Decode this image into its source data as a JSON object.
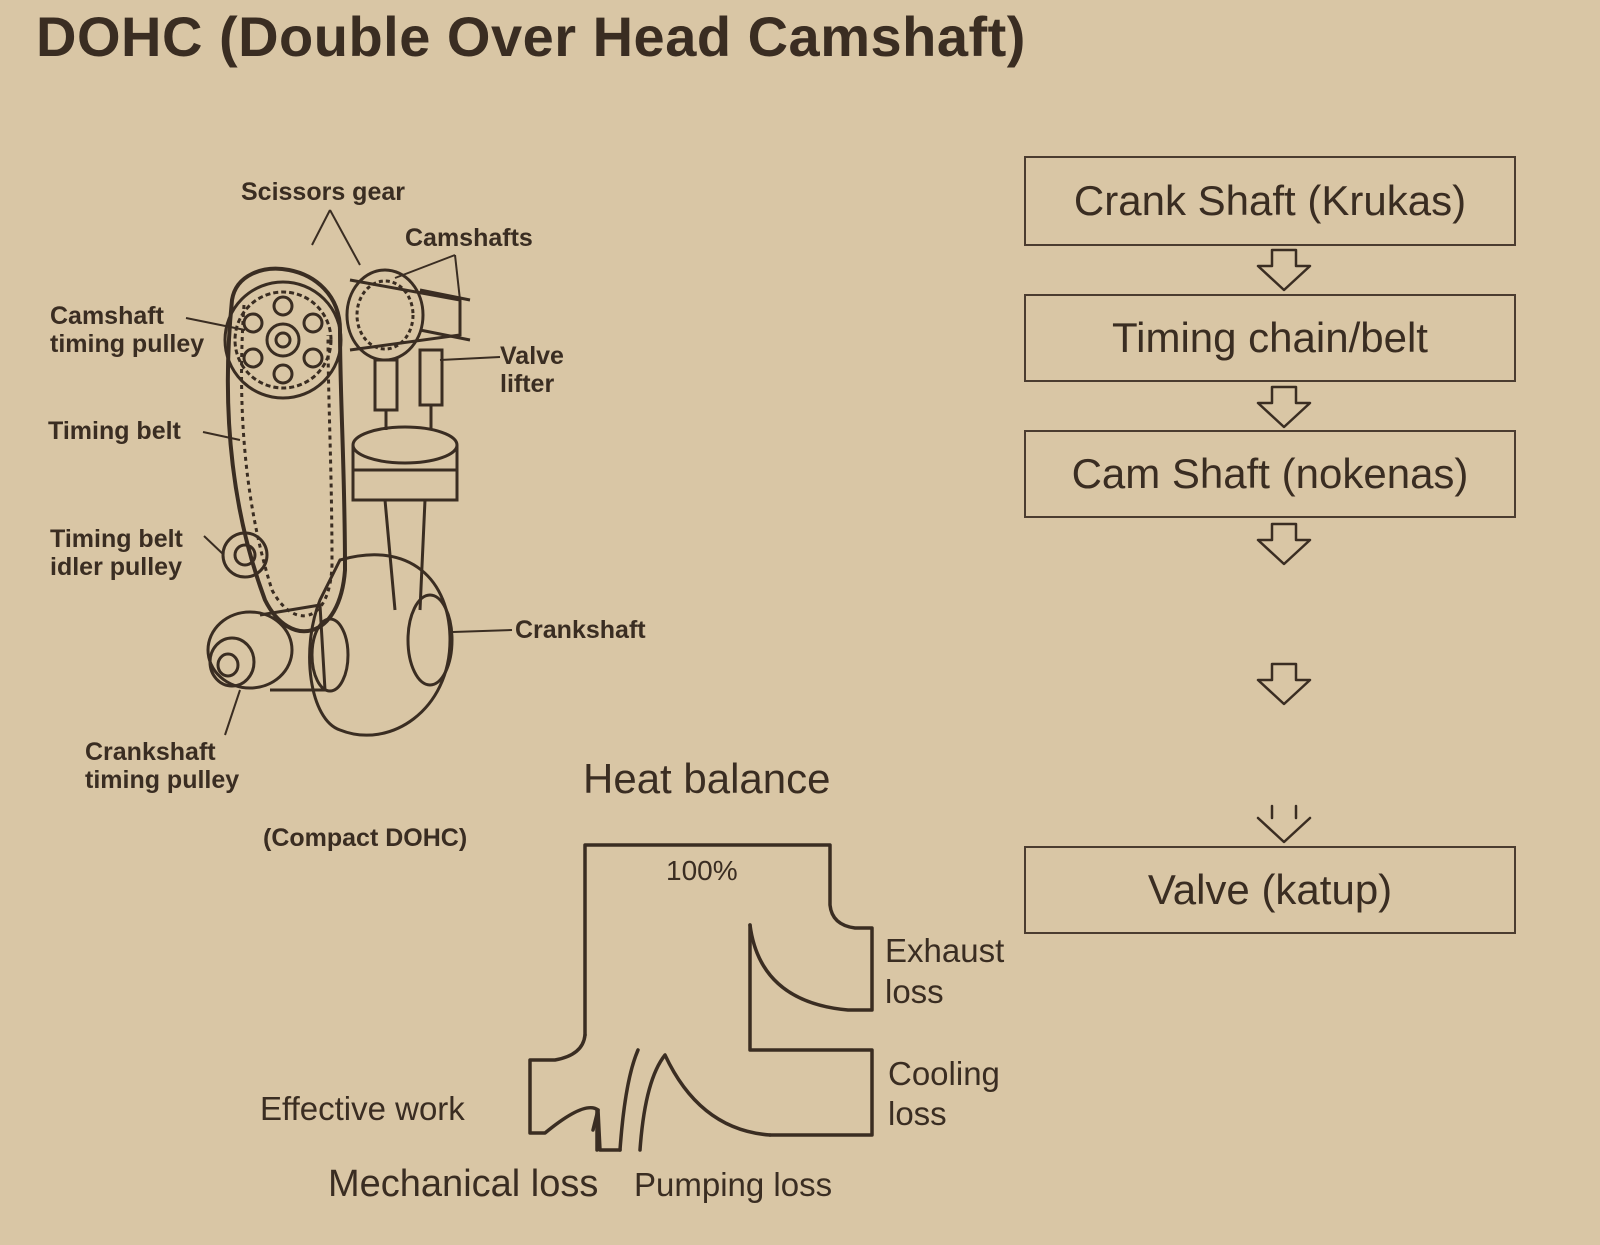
{
  "title": "DOHC (Double Over Head Camshaft)",
  "engine_diagram": {
    "labels": {
      "scissors_gear": "Scissors gear",
      "camshafts": "Camshafts",
      "camshaft_timing_pulley_1": "Camshaft",
      "camshaft_timing_pulley_2": "timing pulley",
      "valve_lifter_1": "Valve",
      "valve_lifter_2": "lifter",
      "timing_belt": "Timing belt",
      "idler_pulley_1": "Timing belt",
      "idler_pulley_2": "idler pulley",
      "crankshaft": "Crankshaft",
      "crankshaft_pulley_1": "Crankshaft",
      "crankshaft_pulley_2": "timing pulley"
    },
    "caption": "(Compact DOHC)"
  },
  "heat_balance": {
    "title": "Heat balance",
    "input_label": "100%",
    "exhaust_loss_1": "Exhaust",
    "exhaust_loss_2": "loss",
    "cooling_loss_1": "Cooling",
    "cooling_loss_2": "loss",
    "effective_work": "Effective work",
    "mechanical_loss": "Mechanical loss",
    "pumping_loss": "Pumping loss"
  },
  "flow": {
    "steps": [
      "Crank Shaft (Krukas)",
      "Timing chain/belt",
      "Cam Shaft (nokenas)",
      "Valve (katup)"
    ]
  },
  "colors": {
    "background": "#d9c6a5",
    "ink": "#3a2d22"
  }
}
